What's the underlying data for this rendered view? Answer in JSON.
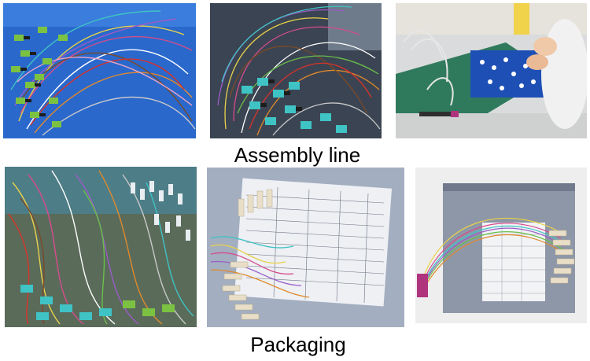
{
  "captions": {
    "assembly": "Assembly line",
    "packaging": "Packaging"
  },
  "photos": [
    {
      "id": "assembly-photo-1",
      "subject": "fiber harness bundle, green connectors"
    },
    {
      "id": "assembly-photo-2",
      "subject": "fiber harness bundle, aqua connectors"
    },
    {
      "id": "assembly-photo-3",
      "subject": "worker assembling on workbench"
    },
    {
      "id": "packaging-photo-1",
      "subject": "bundled LC fanouts"
    },
    {
      "id": "packaging-photo-2",
      "subject": "fanout in bag with test sheet"
    },
    {
      "id": "packaging-photo-3",
      "subject": "fanout in zip bag with magenta MPO"
    }
  ],
  "colors": {
    "blue_tray": "#1e5ec7",
    "aqua": "#3fc3c4",
    "green_connector": "#7cc242",
    "magenta_connector": "#b0337e",
    "background": "#ffffff"
  }
}
